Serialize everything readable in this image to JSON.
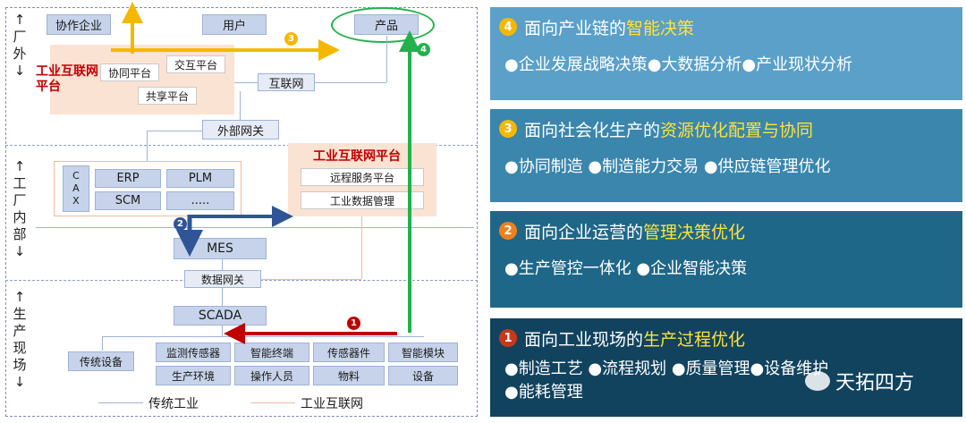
{
  "diagram": {
    "side_labels": {
      "outside": [
        "↑",
        "厂",
        "外",
        "↓"
      ],
      "inside": [
        "↑",
        "工",
        "厂",
        "内",
        "部",
        "↓"
      ],
      "field": [
        "↑",
        "生",
        "产",
        "现",
        "场",
        "↓"
      ]
    },
    "top": {
      "collab": "协作企业",
      "users": "用户",
      "product": "产品",
      "platform_title": "工业互联网平台",
      "collab_platform": "协同平台",
      "interact_platform": "交互平台",
      "share_platform": "共享平台",
      "internet": "互联网",
      "external_gateway": "外部网关"
    },
    "middle": {
      "cax": "CAX",
      "erp": "ERP",
      "plm": "PLM",
      "scm": "SCM",
      "more": ".....",
      "platform_title": "工业互联网平台",
      "remote_service": "远程服务平台",
      "industrial_data": "工业数据管理",
      "mes": "MES",
      "data_gateway": "数据网关"
    },
    "bottom": {
      "scada": "SCADA",
      "traditional_device": "传统设备",
      "monitor_sensor": "监测传感器",
      "smart_terminal": "智能终端",
      "sensor_part": "传感器件",
      "smart_module": "智能模块",
      "environment": "生产环境",
      "operator": "操作人员",
      "material": "物料",
      "device": "设备"
    },
    "legend": {
      "traditional": "传统工业",
      "internet": "工业互联网"
    },
    "markers": [
      "1",
      "2",
      "3",
      "4"
    ],
    "colors": {
      "arrow1": "#c00000",
      "arrow2": "#2f5597",
      "arrow3": "#f5b800",
      "arrow4": "#22b14c"
    }
  },
  "panels": [
    {
      "num": "4",
      "prefix": "面向产业链的",
      "highlight": "智能决策",
      "items": [
        "●企业发展战略决策●大数据分析●产业现状分析"
      ],
      "bg": "#5aa0c8",
      "badge": "#f5b800"
    },
    {
      "num": "3",
      "prefix": "面向社会化生产的",
      "highlight": "资源优化配置与协同",
      "items": [
        "●协同制造 ●制造能力交易 ●供应链管理优化"
      ],
      "bg": "#3a86ad",
      "badge": "#f5b800"
    },
    {
      "num": "2",
      "prefix": "面向企业运营的",
      "highlight": "管理决策优化",
      "items": [
        "●生产管控一体化 ●企业智能决策"
      ],
      "bg": "#1f6788",
      "badge": "#f07f1c"
    },
    {
      "num": "1",
      "prefix": "面向工业现场的",
      "highlight": "生产过程优化",
      "items": [
        "●制造工艺 ●流程规划 ●质量管理●设备维护",
        "●能耗管理"
      ],
      "bg": "#11435f",
      "badge": "#c8381b"
    }
  ],
  "watermark": "天拓四方"
}
